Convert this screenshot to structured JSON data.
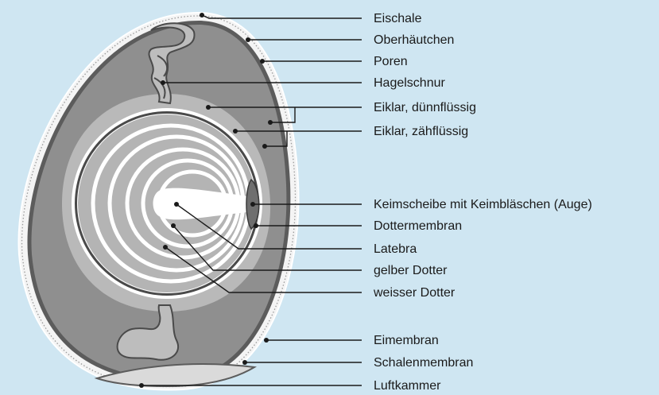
{
  "labels": {
    "eischale": "Eischale",
    "oberhaeutchen": "Oberhäutchen",
    "poren": "Poren",
    "hagelschnur": "Hagelschnur",
    "eiklar_duenn": "Eiklar, dünnflüssig",
    "eiklar_zaeh": "Eiklar, zähflüssig",
    "keimscheibe": "Keimscheibe mit Keimbläschen (Auge)",
    "dottermembran": "Dottermembran",
    "latebra": "Latebra",
    "gelber_dotter": "gelber Dotter",
    "weisser_dotter": "weisser Dotter",
    "eimembran": "Eimembran",
    "schalenmembran": "Schalenmembran",
    "luftkammer": "Luftkammer"
  },
  "colors": {
    "background": "#cfe6f2",
    "shell": "#f2f2f2",
    "shell_membrane": "#5a5a5a",
    "albumen_thin": "#8c8c8c",
    "albumen_thick": "#b8b8b8",
    "yolk_dark": "#b4b4b4",
    "yolk_light": "#ffffff",
    "germinal_disc": "#6f6f6f",
    "air_cell": "#d9d9d9"
  }
}
